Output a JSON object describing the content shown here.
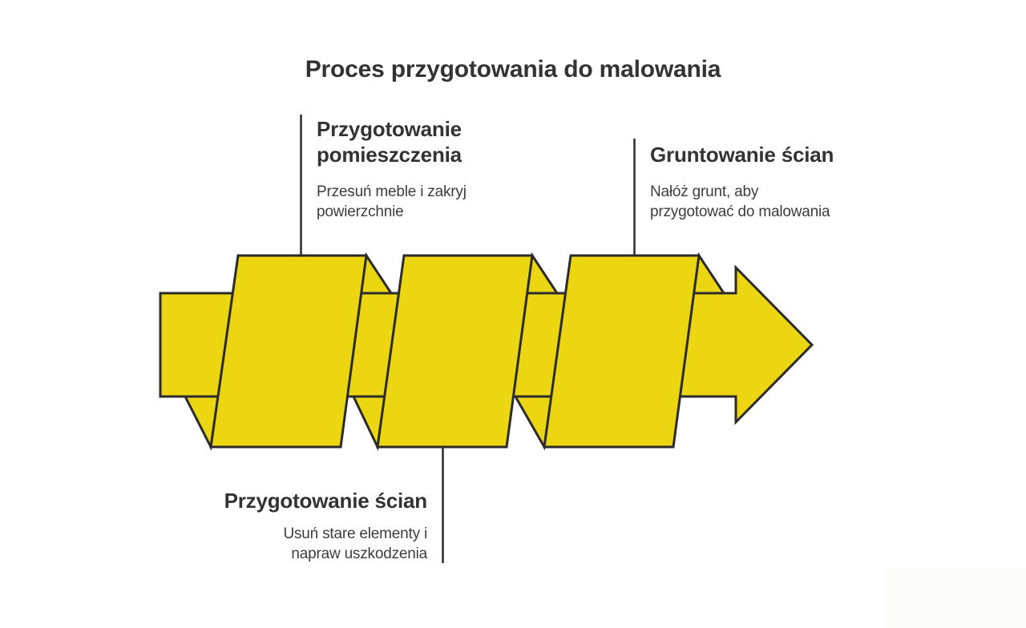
{
  "title": "Proces przygotowania do malowania",
  "colors": {
    "shape_fill": "#EBD611",
    "shape_stroke": "#2B2B2B",
    "heading_color": "#333333",
    "body_color": "#3D3D3D",
    "canvas_bg": "#FFFFFF"
  },
  "steps": [
    {
      "title_lines": [
        "Przygotowanie",
        "pomieszczenia"
      ],
      "desc_lines": [
        "Przesuń meble i zakryj",
        "powierzchnie"
      ]
    },
    {
      "title_lines": [
        "Gruntowanie ścian"
      ],
      "desc_lines": [
        "Nałóż grunt, aby",
        "przygotować do malowania"
      ]
    },
    {
      "title_lines": [
        "Przygotowanie ścian"
      ],
      "desc_lines": [
        "Usuń stare elementy i",
        "napraw uszkodzenia"
      ]
    }
  ]
}
